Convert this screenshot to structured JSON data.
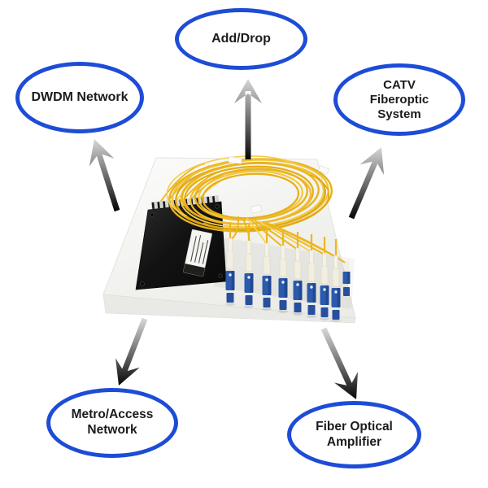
{
  "diagram_title": "",
  "nodes": [
    {
      "id": "add-drop",
      "lines": [
        "Add/Drop"
      ]
    },
    {
      "id": "dwdm-network",
      "lines": [
        "DWDM Network"
      ]
    },
    {
      "id": "catv-fiberoptic-system",
      "lines": [
        "CATV",
        "Fiberoptic",
        "System"
      ]
    },
    {
      "id": "metro-access-network",
      "lines": [
        "Metro/Access",
        "Network"
      ]
    },
    {
      "id": "fiber-optical-amplifier",
      "lines": [
        "Fiber Optical",
        "Amplifier"
      ]
    }
  ],
  "colors": {
    "background": "#ffffff",
    "node_border": "#1d4cd6",
    "node_fill": "#ffffff",
    "node_text": "#1c1c1c",
    "arrow_light": "#d7d7d7",
    "arrow_dark": "#070707",
    "fiber_yellow": "#ecb71f",
    "connector_blue": "#2b5aad",
    "foam_white": "#f5f5f2",
    "module_black": "#141414"
  }
}
